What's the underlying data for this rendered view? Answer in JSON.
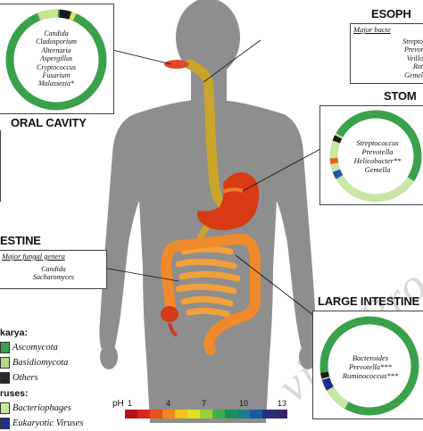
{
  "regions": {
    "oral": {
      "title": "ORAL CAVITY",
      "genera": [
        "Candida",
        "Cladosporium",
        "Alternaria",
        "Aspergillus",
        "Cryptococcus",
        "Fusarium",
        "Malassezia*"
      ]
    },
    "esophagus": {
      "title": "ESOPH",
      "subheading": "Major bacte",
      "genera": [
        "Strepto",
        "Prevot",
        "Veillo",
        "Rot",
        "Gemel"
      ]
    },
    "stomach": {
      "title": "STOM",
      "genera": [
        "Streptococcus",
        "Prevotella",
        "Helicobacter**",
        "Gemella"
      ]
    },
    "small_intestine": {
      "title": "ESTINE",
      "subheading": "Major fungal genera",
      "genera": [
        "Candida",
        "Sacharomyces"
      ]
    },
    "large_intestine": {
      "title": "LARGE INTESTINE",
      "genera": [
        "Bacteroides",
        "Prevotella***",
        "Ruminococcus***"
      ]
    }
  },
  "legend": {
    "eukarya_heading": "karya:",
    "eukarya_items": [
      {
        "label": "Ascomycota",
        "color": "#3aa14a"
      },
      {
        "label": "Basidiomycota",
        "color": "#b8d98a"
      },
      {
        "label": "Others",
        "color": "#2b2b2b"
      }
    ],
    "viruses_heading": "ruses:",
    "viruses_items": [
      {
        "label": "Bacteriophages",
        "color": "#c8e6a4"
      },
      {
        "label": "Eukaryotic Viruses",
        "color": "#1d2f8a"
      }
    ]
  },
  "ph_scale": {
    "label": "pH",
    "ticks": [
      "1",
      "4",
      "7",
      "10",
      "13"
    ],
    "colors": [
      "#b3131a",
      "#d6261c",
      "#e8521a",
      "#f08a1c",
      "#f3c21b",
      "#e3e021",
      "#9fcd3a",
      "#3fae46",
      "#1b8f5a",
      "#1a7f8a",
      "#1d5aa6",
      "#25307f",
      "#3b2468"
    ]
  },
  "watermark": "view Proof",
  "colors": {
    "body": "#8e8e8e",
    "ascomycota": "#3aa14a",
    "basidiomycota": "#b8d98a",
    "others": "#2b2b2b",
    "esophagus": "#c9a629",
    "stomach": "#d83a16",
    "intestine": "#ef8a2c"
  }
}
